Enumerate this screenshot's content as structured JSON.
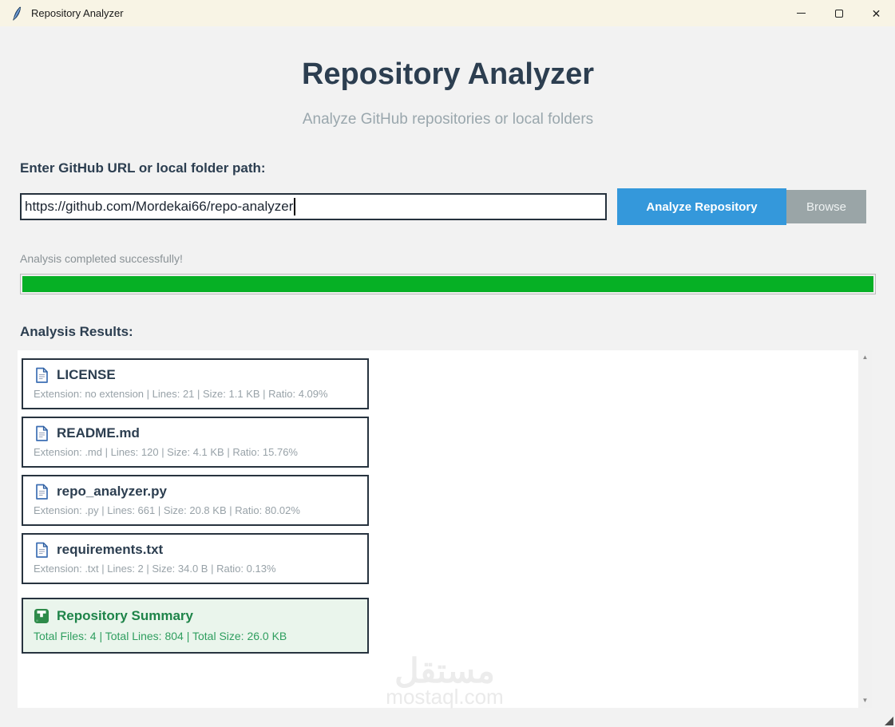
{
  "window": {
    "title": "Repository Analyzer"
  },
  "header": {
    "title": "Repository Analyzer",
    "subtitle": "Analyze GitHub repositories or local folders"
  },
  "form": {
    "label": "Enter GitHub URL or local folder path:",
    "input_value": "https://github.com/Mordekai66/repo-analyzer",
    "analyze_button": "Analyze Repository",
    "browse_button": "Browse"
  },
  "status": {
    "text": "Analysis completed successfully!",
    "progress_percent": 100
  },
  "results": {
    "heading": "Analysis Results:",
    "files": [
      {
        "icon": "document-icon",
        "name": "LICENSE",
        "meta": "Extension: no extension | Lines: 21 | Size: 1.1 KB | Ratio: 4.09%"
      },
      {
        "icon": "document-icon",
        "name": "README.md",
        "meta": "Extension: .md | Lines: 120 | Size: 4.1 KB | Ratio: 15.76%"
      },
      {
        "icon": "document-icon",
        "name": "repo_analyzer.py",
        "meta": "Extension: .py | Lines: 661 | Size: 20.8 KB | Ratio: 80.02%"
      },
      {
        "icon": "document-icon",
        "name": "requirements.txt",
        "meta": "Extension: .txt | Lines: 2 | Size: 34.0 B | Ratio: 0.13%"
      }
    ],
    "summary": {
      "icon": "package-icon",
      "title": "Repository Summary",
      "meta": "Total Files: 4 | Total Lines: 804 | Total Size: 26.0 KB"
    }
  },
  "watermark": {
    "arabic": "مستقل",
    "latin": "mostaql.com"
  },
  "icons": {
    "close": "✕",
    "scroll_up": "▲",
    "scroll_down": "▼"
  },
  "colors": {
    "accent_blue": "#3498db",
    "button_gray": "#9aa5a7",
    "heading_navy": "#2c3e50",
    "progress_green": "#06b025",
    "summary_green": "#1e8449",
    "summary_bg": "#eaf5ec",
    "titlebar_cream": "#f8f4e5"
  }
}
